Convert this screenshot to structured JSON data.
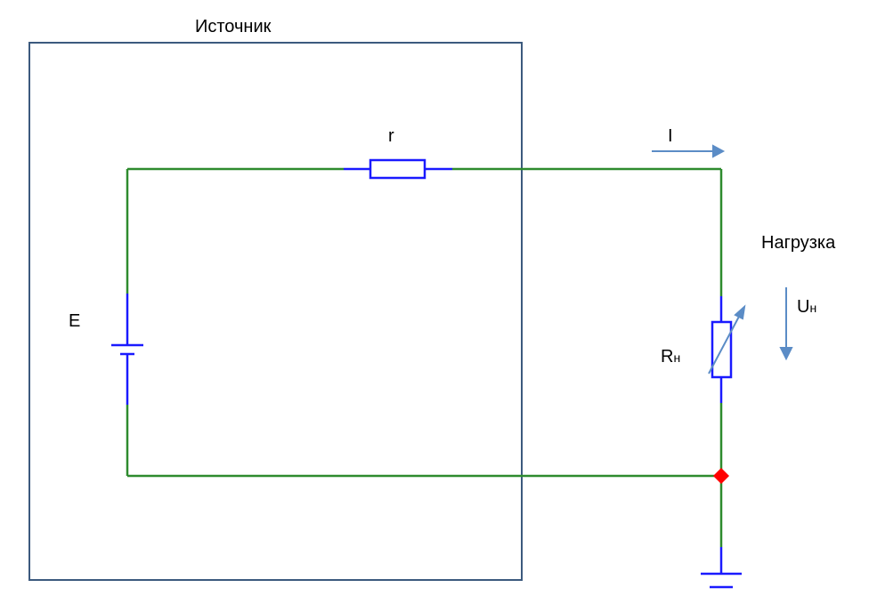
{
  "source_box": {
    "title": "Источник"
  },
  "labels": {
    "internal_resistance": "r",
    "emf": "E",
    "current": "I",
    "load": "Нагрузка",
    "load_resistance": {
      "main": "R",
      "sub": "н"
    },
    "load_voltage": {
      "main": "U",
      "sub": "н"
    }
  },
  "colors": {
    "wire": "#2e8b2e",
    "component": "#1a1aff",
    "arrow": "#5b8cc6",
    "box_border": "#3c5a7e",
    "node": "#ff0000"
  }
}
